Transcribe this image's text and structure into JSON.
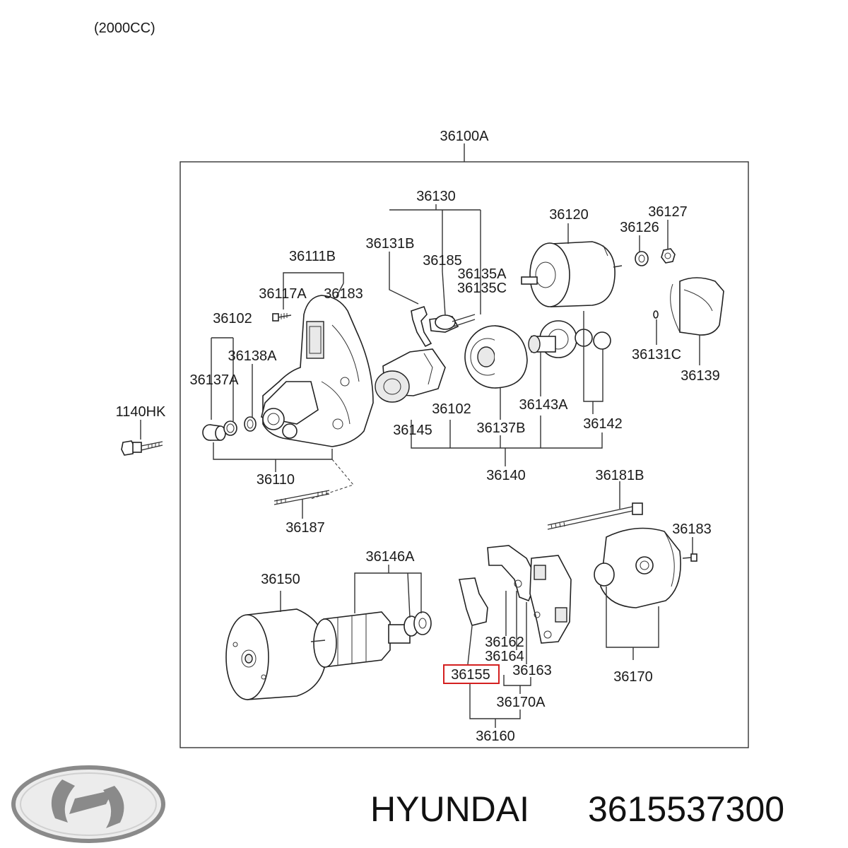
{
  "engine_note": "(2000CC)",
  "brand": "HYUNDAI",
  "part_number": "3615537300",
  "highlight_color": "#d42020",
  "highlighted_part": "36155",
  "labels": {
    "l36100A": "36100A",
    "l36130": "36130",
    "l36131B": "36131B",
    "l36185": "36185",
    "l36135A": "36135A",
    "l36135C": "36135C",
    "l36120": "36120",
    "l36127": "36127",
    "l36126": "36126",
    "l36111B": "36111B",
    "l36117A": "36117A",
    "l36183a": "36183",
    "l36102a": "36102",
    "l36138A": "36138A",
    "l36137A": "36137A",
    "l36131C": "36131C",
    "l36139": "36139",
    "l1140HK": "1140HK",
    "l36102b": "36102",
    "l36143A": "36143A",
    "l36145": "36145",
    "l36137B": "36137B",
    "l36142": "36142",
    "l36110": "36110",
    "l36140": "36140",
    "l36181B": "36181B",
    "l36187": "36187",
    "l36183b": "36183",
    "l36146A": "36146A",
    "l36150": "36150",
    "l36162": "36162",
    "l36164": "36164",
    "l36155": "36155",
    "l36163": "36163",
    "l36170": "36170",
    "l36170A": "36170A",
    "l36160": "36160"
  }
}
